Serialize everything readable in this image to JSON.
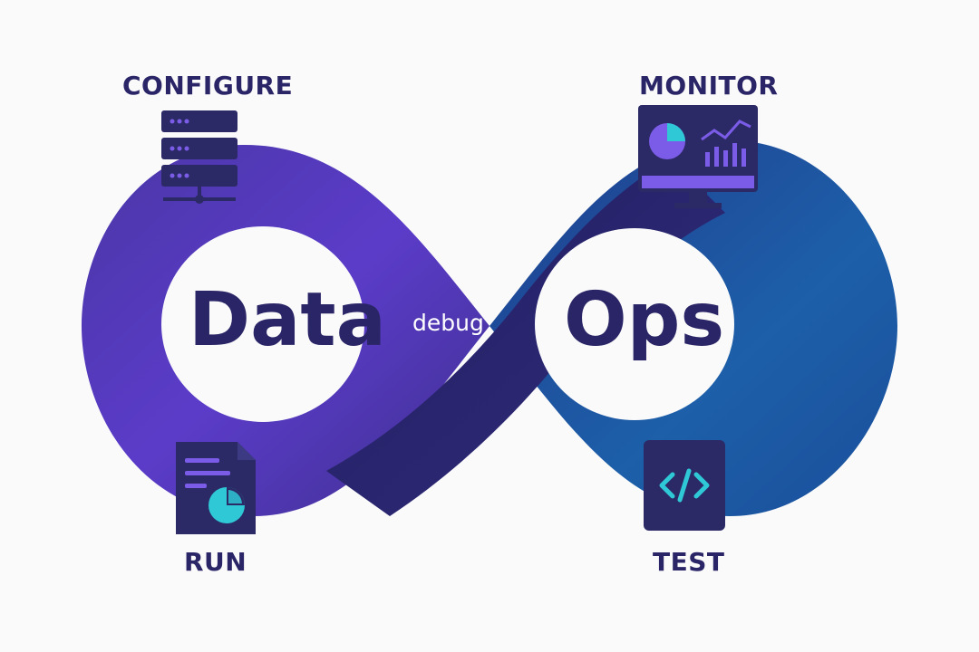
{
  "diagram": {
    "left_word": "Data",
    "right_word": "Ops",
    "center_label": "debug",
    "stages": {
      "configure": "CONFIGURE",
      "monitor": "MONITOR",
      "run": "RUN",
      "test": "TEST"
    }
  },
  "colors": {
    "background": "#fafafb",
    "purple": "#5a3cc8",
    "dark_navy": "#2b2670",
    "blue": "#1e5ea8",
    "icon_bg": "#2c2a66",
    "accent_teal": "#2ec8d6",
    "accent_violet": "#7b5ce8",
    "text": "#2a2566"
  },
  "icons": [
    "server-rack-icon",
    "dashboard-monitor-icon",
    "report-document-icon",
    "code-tag-icon"
  ]
}
